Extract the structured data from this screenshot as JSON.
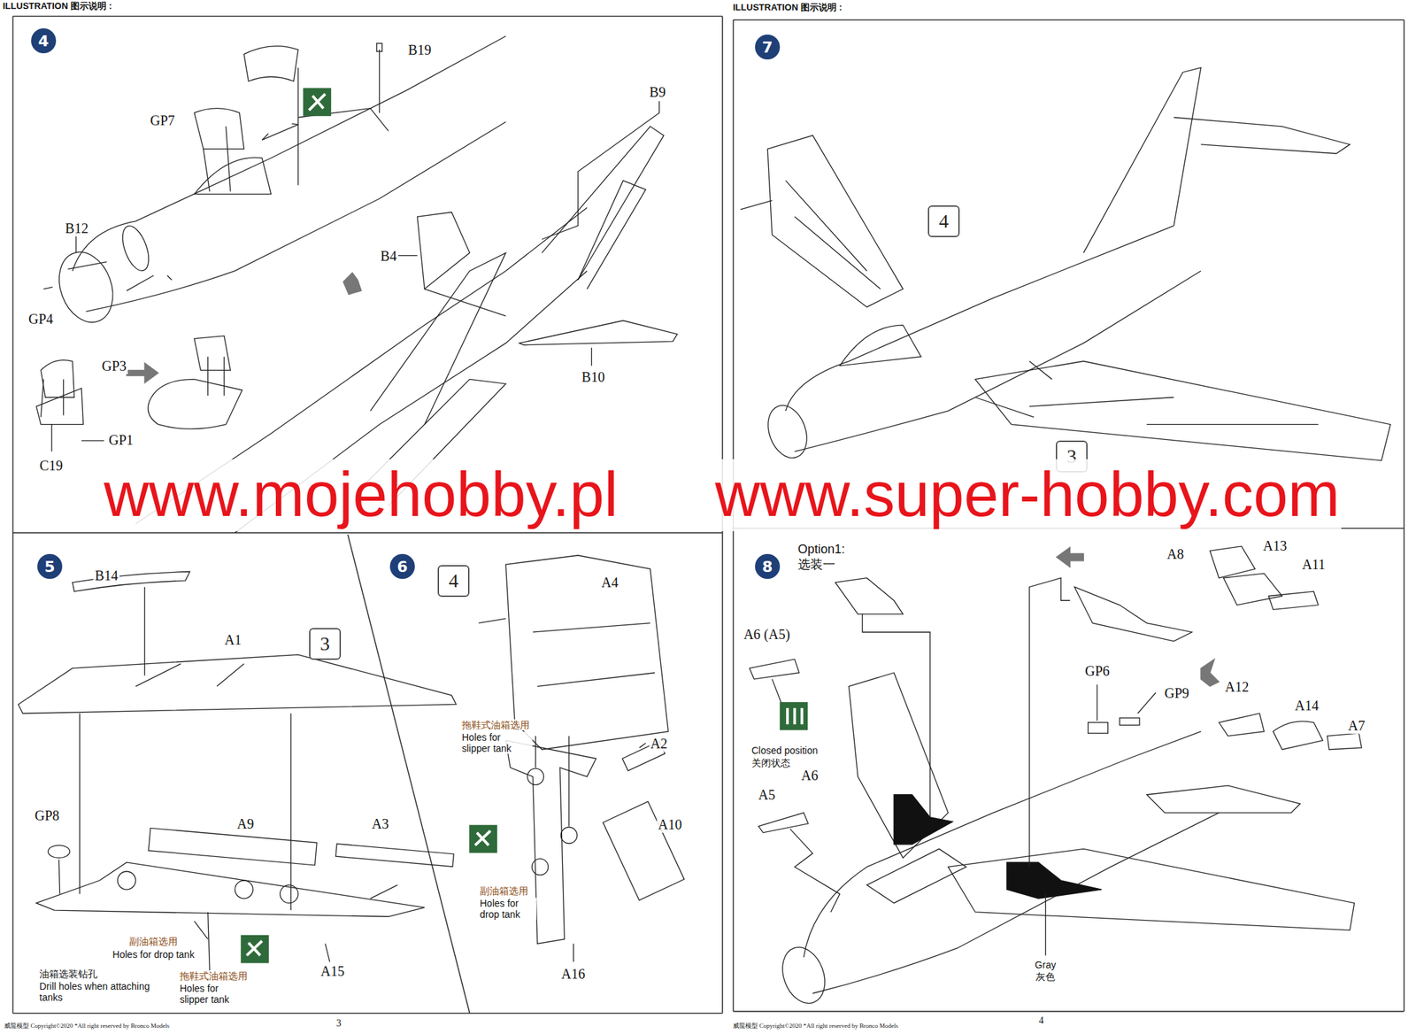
{
  "diagram": {
    "nodes": [
      {
        "text": [
          "4"
        ]
      },
      {
        "text": [
          "7"
        ]
      },
      {
        "text": [
          "4"
        ]
      },
      {
        "text": [
          "3"
        ]
      },
      {
        "text": [
          "5"
        ]
      },
      {
        "text": [
          "3"
        ]
      },
      {
        "text": [
          "6"
        ]
      },
      {
        "text": [
          "4"
        ]
      },
      {
        "text": [
          "8"
        ]
      }
    ],
    "labels": [
      "ILLUSTRATION 图示说明 :",
      "ILLUSTRATION 图示说明 :",
      "B19",
      "GP7",
      "B9",
      "B12",
      "B4",
      "GP4",
      "GP3",
      "B10",
      "GP1",
      "C19",
      "www.mojehobby.pl",
      "www.super-hobby.com",
      "B14",
      "A1",
      "GP8",
      "A9",
      "A3",
      "副油箱选用",
      "Holes for drop tank",
      "拖鞋式油箱选用",
      "Holes for slipper tank",
      "油箱选装钻孔",
      "Drill holes when attaching tanks",
      "A15",
      "3",
      "威龍模型 Copyright©2020 *All right reserved by Bronco Models",
      "A4",
      "拖鞋式油箱选用",
      "Holes for slipper tank",
      "A2",
      "A10",
      "副油箱选用",
      "Holes for drop tank",
      "A16",
      "Option1:",
      "选装一",
      "A8",
      "A13",
      "A11",
      "A6 (A5)",
      "GP6",
      "GP9",
      "A12",
      "A14",
      "A7",
      "Closed position",
      "关闭状态",
      "A6",
      "A5",
      "Gray",
      "灰色",
      "4",
      "威龍模型 Copyright©2020 *All right reserved by Bronco Models"
    ]
  }
}
